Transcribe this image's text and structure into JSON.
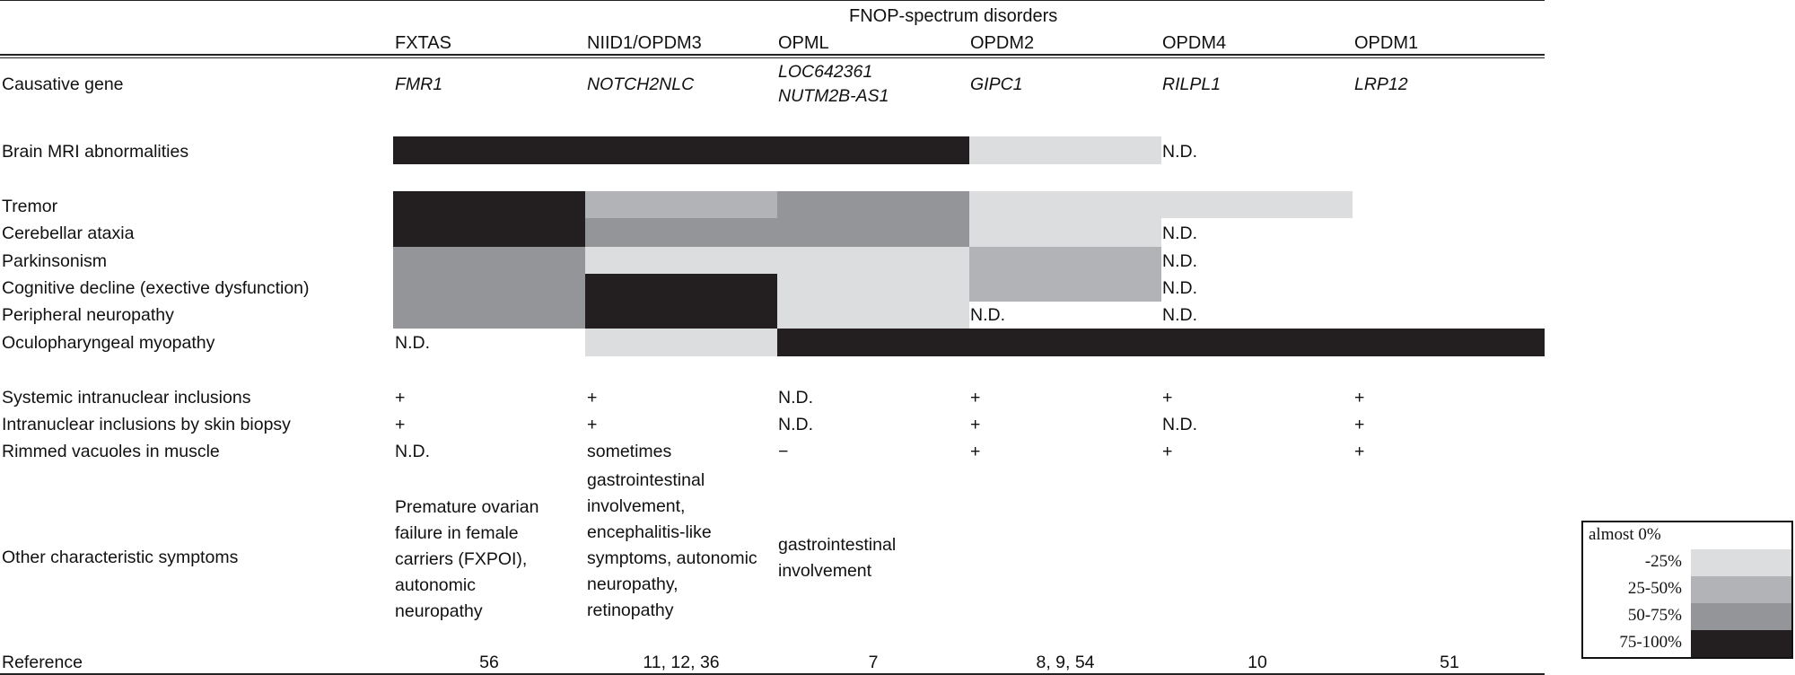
{
  "group_title": "FNOP-spectrum disorders",
  "columns": [
    "FXTAS",
    "NIID1/OPDM3",
    "OPML",
    "OPDM2",
    "OPDM4",
    "OPDM1"
  ],
  "rows": {
    "gene": "Causative gene",
    "mri": "Brain MRI abnormalities",
    "tremor": "Tremor",
    "ataxia": "Cerebellar ataxia",
    "parkinsonism": "Parkinsonism",
    "cognitive": "Cognitive decline (exective dysfunction)",
    "neuropathy": "Peripheral neuropathy",
    "myopathy": "Oculopharyngeal myopathy",
    "systemic": "Systemic intranuclear inclusions",
    "skin": "Intranuclear inclusions by skin biopsy",
    "rimmed": "Rimmed vacuoles in muscle",
    "other": "Other characteristic symptoms",
    "reference": "Reference"
  },
  "genes": {
    "fxtas": "FMR1",
    "niid": "NOTCH2NLC",
    "opml_1": "LOC642361",
    "opml_2": "NUTM2B-AS1",
    "opdm2": "GIPC1",
    "opdm4": "RILPL1",
    "opdm1": "LRP12"
  },
  "nd": "N.D.",
  "inclusions": {
    "systemic": [
      "+",
      "+",
      "N.D.",
      "+",
      "+",
      "+"
    ],
    "skin": [
      "+",
      "+",
      "N.D.",
      "+",
      "N.D.",
      "+"
    ],
    "rimmed": [
      "N.D.",
      "sometimes",
      "−",
      "+",
      "+",
      "+"
    ]
  },
  "other_symptoms": {
    "fxtas": "Premature ovarian failure in female carriers (FXPOI), autonomic neuropathy",
    "niid": "gastrointestinal involvement, encephalitis-like symptoms, autonomic neuropathy, retinopathy",
    "opml": "gastrointestinal involvement"
  },
  "references": [
    "56",
    "11, 12, 36",
    "7",
    "8, 9, 54",
    "10",
    "51"
  ],
  "legend": {
    "items": [
      {
        "label": "almost 0%",
        "color": "#ffffff"
      },
      {
        "label": "-25%",
        "color": "#dcddde"
      },
      {
        "label": "25-50%",
        "color": "#b1b3b6"
      },
      {
        "label": "50-75%",
        "color": "#939598"
      },
      {
        "label": "75-100%",
        "color": "#231f20"
      }
    ]
  }
}
